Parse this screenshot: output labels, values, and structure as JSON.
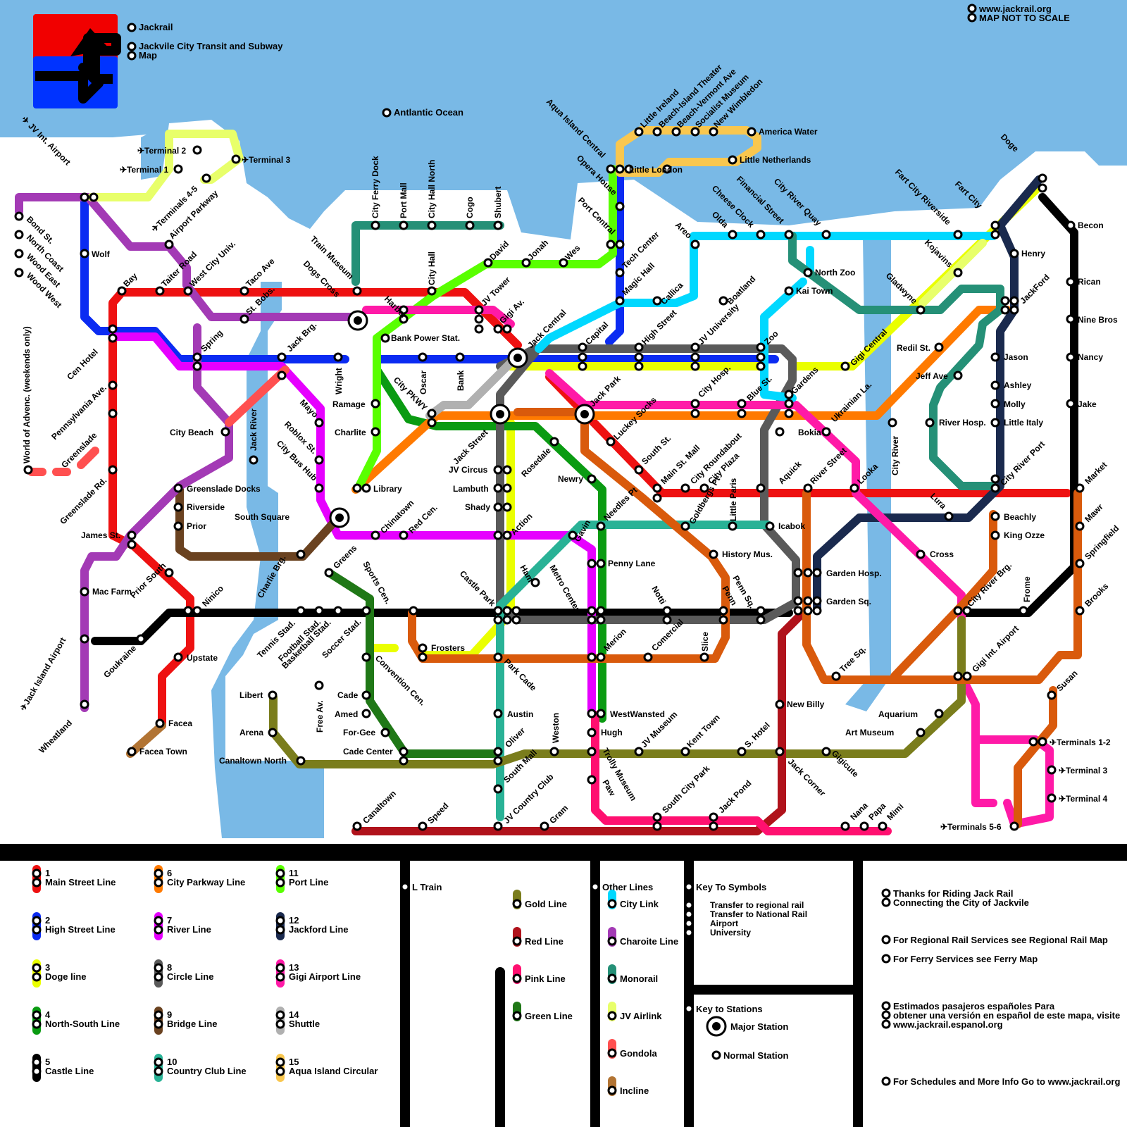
{
  "header": {
    "brand": "Jackrail",
    "title_line1": "Jackvile City Transit and Subway",
    "title_line2": "Map",
    "website": "www.jackrail.org",
    "not_to_scale": "MAP NOT TO SCALE",
    "ocean": "Antlantic Ocean"
  },
  "colors": {
    "water": "#79b9e6",
    "logo_red": "#f10000",
    "logo_blue": "#0033ff",
    "main_street": "#ee1111",
    "high_street": "#0b2bf2",
    "doge": "#eaff00",
    "north_south": "#0a9b12",
    "castle": "#000000",
    "city_parkway": "#ff7a00",
    "river": "#e600ff",
    "circle": "#5a5a5a",
    "bridge": "#6a4220",
    "country_club": "#29b296",
    "port": "#59ff00",
    "jackford": "#1a2a4e",
    "gigi_airport": "#ff1aa7",
    "shuttle": "#b0b0b0",
    "aqua_island": "#f9c74f",
    "gold": "#7a7d1c",
    "red": "#b0121b",
    "pink": "#ff1070",
    "green": "#207817",
    "city_link": "#00d8ff",
    "charoite": "#a33ab5",
    "monorail": "#259077",
    "jv_airlink": "#e8ff6a",
    "gondola": "#ff5050",
    "incline": "#b27434",
    "shuttle_orange": "#d95a0c"
  },
  "labels": {
    "terminal2": "✈Terminal 2",
    "terminal1": "✈Terminal 1",
    "terminal3": "✈Terminal 3",
    "terminals45": "✈Terminals 4-5",
    "airport_parkway": "Airport Parkway",
    "jv_int_airport": "✈ JV Int. Airport",
    "bond_st": "Bond St.",
    "north_coast": "North Coast",
    "wood_east": "Wood East",
    "wood_west": "Wood West",
    "wolf": "Wolf",
    "bay": "Bay",
    "taiter_road": "Taiter Road",
    "west_city_univ": "West City Univ.",
    "taco_ave": "Taco Ave",
    "st_bobs": "St. Bobs.",
    "train_museum": "Train Museum",
    "dogs_cross": "Dogs Cross",
    "city_ferry_dock": "City Ferry Dock",
    "port_mall": "Port Mall",
    "city_hall_north": "City Hall North",
    "cogo": "Cogo",
    "shubert": "Shubert",
    "city_hall": "City Hall",
    "david": "David",
    "jonah": "Jonah",
    "wes": "Wes",
    "harbor": "Harbor",
    "jv_tower": "JV Tower",
    "gigi_av": "Gigi Av.",
    "bank_power_stat": "Bank Power Stat.",
    "jack_central": "Jack Central",
    "aqua_island_central": "Aqua Island Central",
    "opera_house": "Opera House",
    "port_central": "Port Central",
    "tech_center": "Tech Center",
    "magic_hall": "Magic Hall",
    "little_ireland": "Little Ireland",
    "beach_island_theater": "Beach-Island Theater",
    "beach_vermont_ave": "Beach-Vermont Ave",
    "socialist_museum": "Socialist Museum",
    "new_wimbledon": "New Wimbledon",
    "america_water": "America Water",
    "little_netherlands": "Little Netherlands",
    "little_london": "Little London",
    "areo": "Areo",
    "olda": "Olda",
    "cheese_clock": "Cheese Clock",
    "financial_street": "Financial Street",
    "city_river_quay": "City River Quay",
    "fart_city_riverside": "Fart City Riverside",
    "fart_city": "Fart City",
    "doge_stn": "Doge",
    "becon": "Becon",
    "rican": "Rican",
    "nine_bros": "Nine Bros",
    "nancy": "Nancy",
    "jake": "Jake",
    "henry": "Henry",
    "kojavins": "Kojavins",
    "north_zoo": "North Zoo",
    "kai_town": "Kai Town",
    "gladwyne": "Gladwyne",
    "jackford_stn": "JackFord",
    "callica": "Callica",
    "boatland": "Boatland",
    "capital": "Capital",
    "high_street_stn": "High Street",
    "jv_university": "JV University",
    "zoo": "Zoo",
    "redil_st": "Redil St.",
    "jason": "Jason",
    "jeff_ave": "Jeff Ave",
    "ashley": "Ashley",
    "molly": "Molly",
    "little_italy": "Little Italy",
    "gigi_central": "Gigi Central",
    "river_hosp": "River Hosp.",
    "city_river_port": "City River Port",
    "city_river": "City River",
    "ukrainian_la": "Ukrainian La.",
    "gardens": "Gardens",
    "blue_st": "Blue St.",
    "city_hosp": "City Hosp.",
    "bokia": "Bokia",
    "jack_park": "Jack Park",
    "luckey_socks": "Luckey Socks",
    "south_st": "South St.",
    "main_st_mall": "Main St. Mall",
    "city_roundabout": "City Roundabout",
    "city_plaza": "City Plaza",
    "goldbergs_pt": "Goldbergs Pt",
    "little_paris": "Little Paris",
    "aquick": "Aquick",
    "river_street": "River Street",
    "looka": "Looka",
    "lura": "Lura",
    "market": "Market",
    "mawr": "Mawr",
    "springfield": "Springfield",
    "brooks": "Brooks",
    "beachly": "Beachly",
    "king_ozze": "King Ozze",
    "cross": "Cross",
    "icabok": "Icabok",
    "history_mus": "History Mus.",
    "penn": "Penn",
    "penn_sq": "Penn Sq.",
    "garden_hosp": "Garden Hosp.",
    "garden_sq": "Garden Sq.",
    "city_river_brg": "City River Brg.",
    "frome": "Frome",
    "gigi_int_airport": "Gigi Int. Airport",
    "tree_sq": "Tree Sq.",
    "susan": "Susan",
    "aquarium": "Aquarium",
    "art_museum": "Art Museum",
    "terminals12": "✈Terminals 1-2",
    "terminal3b": "✈Terminal 3",
    "terminal4": "✈Terminal 4",
    "terminals56": "✈Terminals 5-6",
    "cen_hotel": "Cen Hotel",
    "spring": "Spring",
    "jack_brg": "Jack Brg.",
    "wright": "Wright",
    "oscar": "Oscar",
    "bank": "Bank",
    "city_pkwy": "City PKWY",
    "ramage": "Ramage",
    "charlite": "Charlite",
    "library": "Library",
    "jack_street": "Jack Street",
    "jv_circus": "JV Circus",
    "lambuth": "Lambuth",
    "shady": "Shady",
    "action": "Action",
    "rosedale": "Rosedale",
    "newry": "Newry",
    "needles_pt": "Needles Pt",
    "penny_lane": "Penny Lane",
    "gavin": "Gavin",
    "pennsylvania_ave": "Pennsylvania Ave.",
    "greenslade": "Greenslade",
    "greenslade_rd": "Greenslade Rd.",
    "world_of_advenc": "World of Advenc. (weekends only)",
    "city_beach": "City Beach",
    "jack_river": "Jack River",
    "mayo": "Mayo",
    "roblox_st": "Roblox St.",
    "city_bus_hub": "City Bus Hub",
    "greenslade_docks": "Greenslade Docks",
    "riverside": "Riverside",
    "prior": "Prior",
    "south_square": "South Square",
    "chinatown": "Chinatown",
    "red_cen": "Red Cen.",
    "james_st": "James St.",
    "mac_farm": "Mac Farm",
    "prior_south": "Prior South",
    "ninico": "Ninico",
    "charlie_brg": "Charlie Brg.",
    "greens": "Greens",
    "sports_cen": "Sports Cen.",
    "castle_park": "Castle Park",
    "ham": "Ham",
    "metro_center": "Metro Center",
    "notti": "Notti",
    "jack_island_airport": "✈Jack Island Airport",
    "goukraine": "Goukraine",
    "upstate": "Upstate",
    "tennis_stad": "Tennis Stad.",
    "football_stad": "Football Stad.",
    "basketball_stad": "Basketball Stad.",
    "soccer_stad": "Soccer Stad.",
    "frosters": "Frosters",
    "merion": "Merion",
    "comercial": "Comercial",
    "slice": "Slice",
    "wheatland": "Wheatland",
    "facea": "Facea",
    "facea_town": "Facea Town",
    "libert": "Libert",
    "arena": "Arena",
    "free_av": "Free Av.",
    "cade": "Cade",
    "amed": "Amed",
    "for_gee": "For-Gee",
    "cade_center": "Cade Center",
    "convention_cen": "Convention Cen.",
    "park_cade": "Park Cade",
    "austin": "Austin",
    "westwansted": "WestWansted",
    "hugh": "Hugh",
    "new_billy": "New Billy",
    "canaltown_north": "Canaltown North",
    "oliver": "Oliver",
    "weston": "Weston",
    "jv_museum": "JV Museum",
    "kent_town": "Kent Town",
    "s_hotel": "S. Hotel",
    "gigicute": "Gigicute",
    "south_mall": "South Mall",
    "trolly_museum": "Trolly Museum",
    "paw": "Paw",
    "jack_corner": "Jack Corner",
    "canaltown": "Canaltown",
    "speed": "Speed",
    "jv_country_club": "JV Country Club",
    "gram": "Gram",
    "south_city_park": "South City Park",
    "jack_pond": "Jack Pond",
    "nana": "Nana",
    "papa": "Papa",
    "mimi": "Mimi"
  },
  "legend": {
    "lines": [
      {
        "num": "1",
        "name": "Main Street Line"
      },
      {
        "num": "2",
        "name": "High Street Line"
      },
      {
        "num": "3",
        "name": "Doge line"
      },
      {
        "num": "4",
        "name": "North-South Line"
      },
      {
        "num": "5",
        "name": "Castle Line"
      },
      {
        "num": "6",
        "name": "City Parkway Line"
      },
      {
        "num": "7",
        "name": "River Line"
      },
      {
        "num": "8",
        "name": "Circle Line"
      },
      {
        "num": "9",
        "name": "Bridge Line"
      },
      {
        "num": "10",
        "name": "Country Club Line"
      },
      {
        "num": "11",
        "name": "Port Line"
      },
      {
        "num": "12",
        "name": "Jackford Line"
      },
      {
        "num": "13",
        "name": "Gigi Airport Line"
      },
      {
        "num": "14",
        "name": "Shuttle"
      },
      {
        "num": "15",
        "name": "Aqua Island Circular"
      }
    ],
    "l_train": "L Train",
    "named_lines": [
      "Gold Line",
      "Red Line",
      "Pink Line",
      "Green Line"
    ],
    "other_lines_title": "Other Lines",
    "other_lines": [
      "City Link",
      "Charoite Line",
      "Monorail",
      "JV Airlink",
      "Gondola",
      "Incline"
    ],
    "key_symbols_title": "Key To Symbols",
    "key_symbols": [
      "Transfer to regional rail",
      "Transfer to National Rail",
      "Airport",
      "University"
    ],
    "key_stations_title": "Key to Stations",
    "major_station": "Major Station",
    "normal_station": "Normal Station",
    "info": [
      "Thanks for Riding Jack Rail",
      "Connecting the City of Jackvile",
      "For Regional Rail Services see Regional Rail Map",
      "For Ferry Services see Ferry Map",
      "Estimados pasajeros españoles Para",
      "obtener una versión en español de este mapa, visite",
      "www.jackrail.espanol.org",
      "For Schedules and More Info Go to www.jackrail.org"
    ]
  }
}
